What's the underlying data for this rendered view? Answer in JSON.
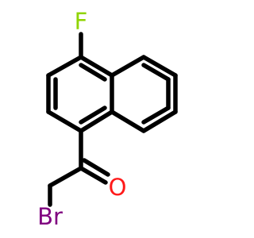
{
  "molecule": {
    "atoms": {
      "fluorine": {
        "symbol": "F",
        "color": "#8fd400"
      },
      "oxygen": {
        "symbol": "O",
        "color": "#ff1a1a"
      },
      "bromine": {
        "symbol": "Br",
        "color": "#800080"
      }
    },
    "bond_color": "#000000"
  }
}
